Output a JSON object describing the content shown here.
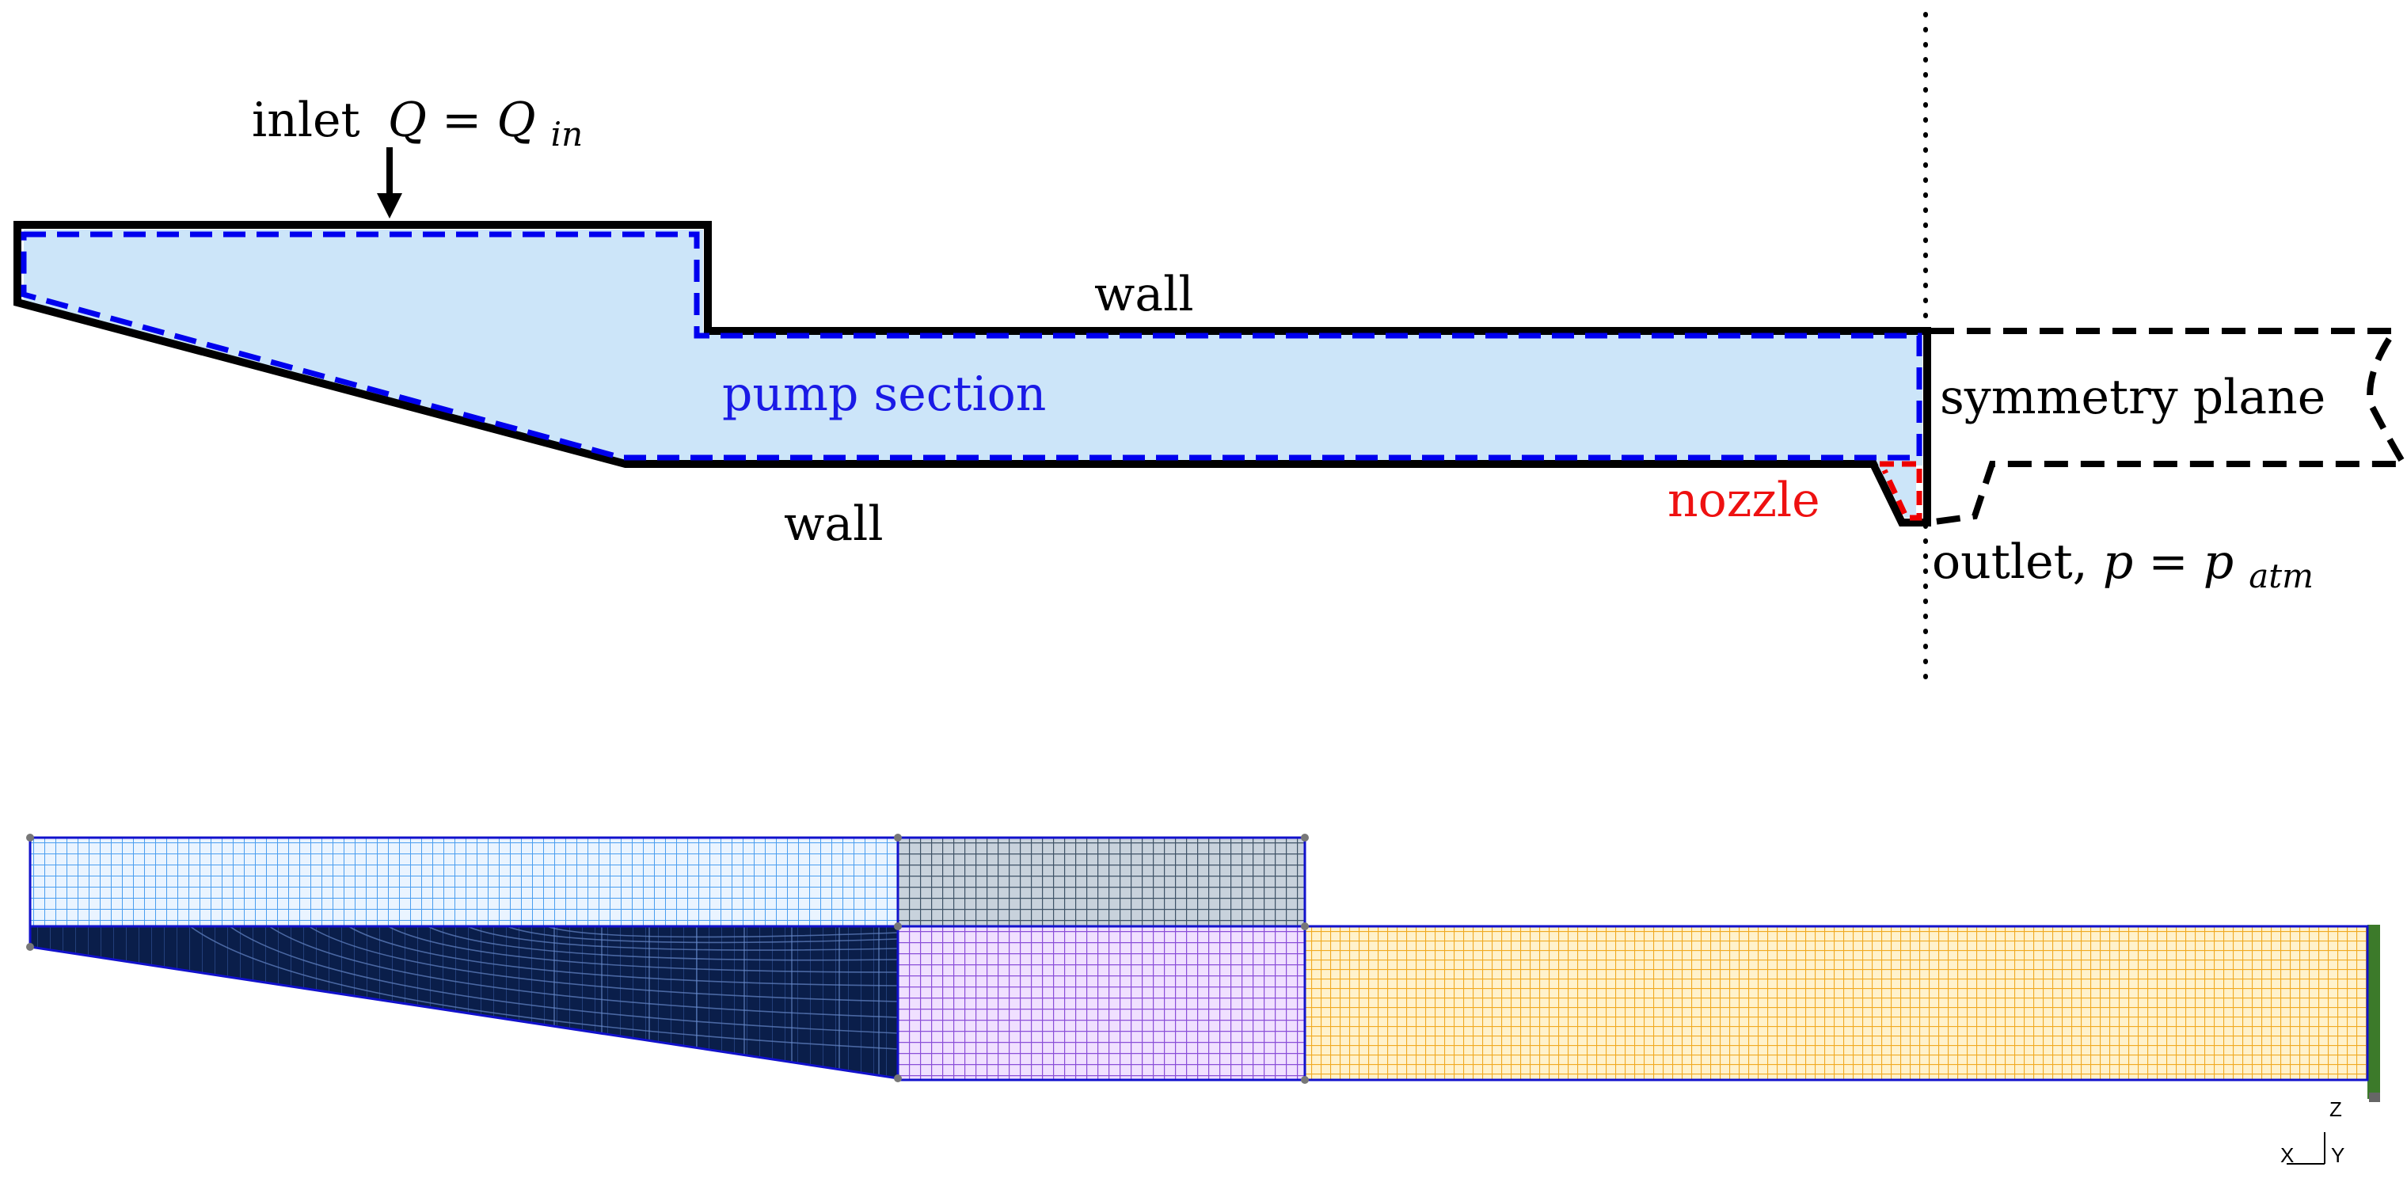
{
  "schematic": {
    "inlet_prefix": "inlet",
    "inlet_q": "Q",
    "inlet_eq": " = ",
    "inlet_qin_base": "Q",
    "inlet_qin_sub": "in",
    "wall_top": "wall",
    "wall_bottom": "wall",
    "pump_section": "pump section",
    "nozzle": "nozzle",
    "symmetry_plane": "symmetry plane",
    "outlet_prefix": "outlet, ",
    "outlet_p": "p",
    "outlet_eq": " = ",
    "outlet_patm_base": "p",
    "outlet_patm_sub": "atm",
    "colors": {
      "wall": "#000000",
      "pump_fill": "#cce5f9",
      "pump_outline": "#0000ee",
      "nozzle_outline": "#ee0000",
      "pump_label": "#1a1ae6",
      "nozzle_label": "#ee1111"
    }
  },
  "mesh": {
    "axis_z": "Z",
    "axis_x": "X",
    "axis_y": "Y",
    "colors": {
      "block_light": "#4aa0ee",
      "block_dark_grey": "#4d6072",
      "block_navy": "#0a1e4a",
      "block_purple": "#8b4fd8",
      "block_orange": "#f0b030",
      "outline": "#1111cc",
      "nozzle_green": "#3c7a2a"
    }
  }
}
